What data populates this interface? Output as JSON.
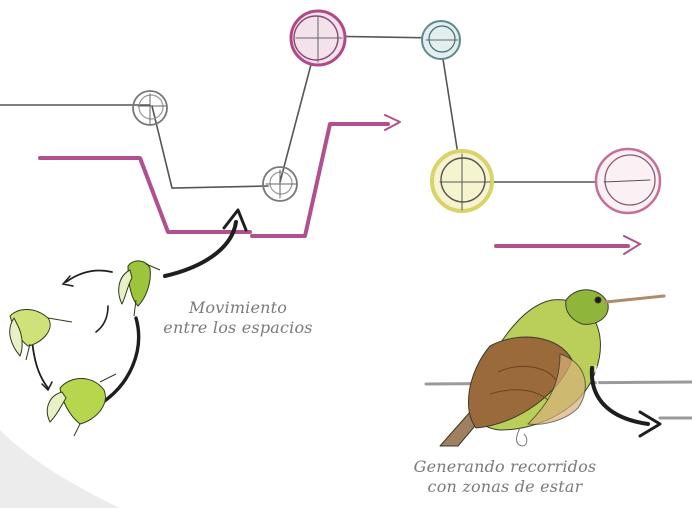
{
  "captions": {
    "movement": {
      "line1": "Movimiento",
      "line2": "entre los espacios"
    },
    "routes": {
      "line1": "Generando recorridos",
      "line2": "con zonas de estar"
    }
  },
  "icons": [
    "hummingbird-sketch-icon",
    "curved-arrow-icon",
    "circle-node-icon",
    "arrow-right-icon"
  ],
  "colors": {
    "magenta": "#b0508e",
    "pencil": "#555555",
    "yellow": "#d9d36a",
    "teal": "#5e8a90",
    "bird_green": "#9cc43c",
    "bird_brown": "#9a6a3a",
    "ground_gray": "#9a9a9a"
  }
}
